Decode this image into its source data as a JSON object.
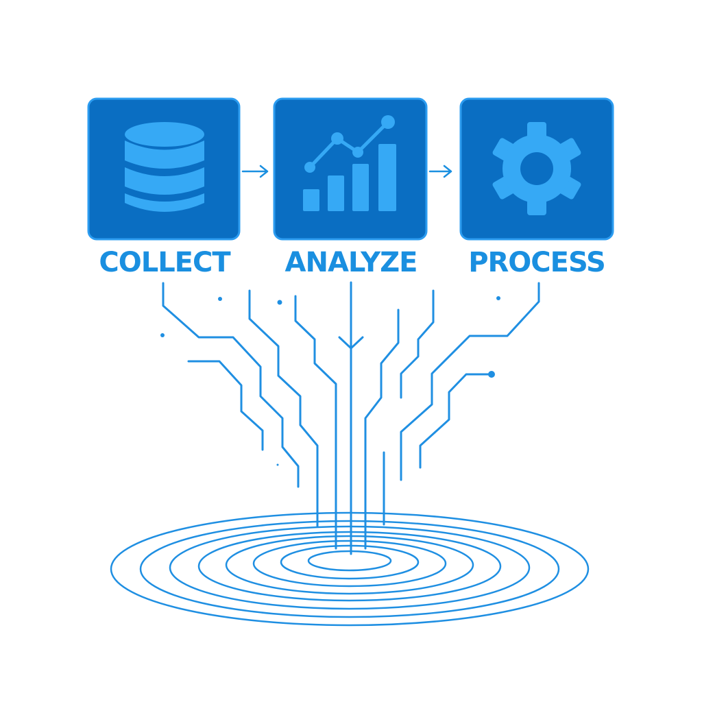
{
  "steps": [
    {
      "label": "COLLECT",
      "icon": "database-icon"
    },
    {
      "label": "ANALYZE",
      "icon": "bar-line-chart-icon"
    },
    {
      "label": "PROCESS",
      "icon": "gear-icon"
    }
  ],
  "colors": {
    "box_fill": "#0a6ec2",
    "box_stroke": "#2c9cf0",
    "icon": "#36a9f5",
    "label": "#1a8fe0",
    "line": "#1f8fe2"
  }
}
